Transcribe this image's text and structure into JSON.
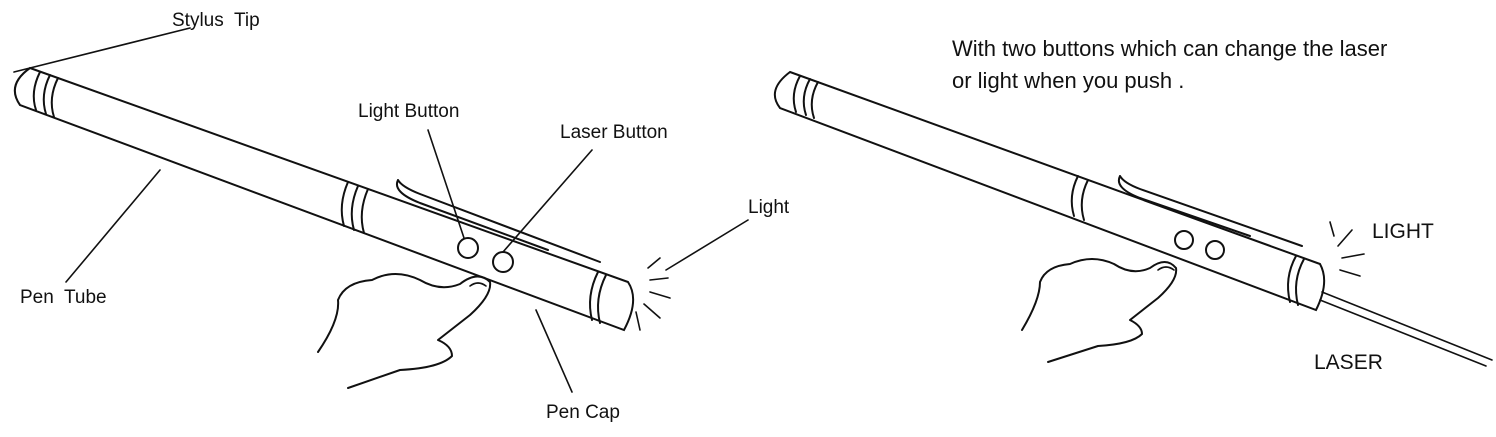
{
  "left_figure": {
    "labels": {
      "stylus_tip": "Stylus  Tip",
      "light_button": "Light Button",
      "laser_button": "Laser Button",
      "light": "Light",
      "pen_tube": "Pen  Tube",
      "pen_cap": "Pen Cap"
    }
  },
  "right_figure": {
    "caption_line1": "With two buttons which can change the laser",
    "caption_line2": "or light when you push .",
    "labels": {
      "light": "LIGHT",
      "laser": "LASER"
    }
  },
  "colors": {
    "ink": "#111111",
    "background": "#ffffff"
  }
}
